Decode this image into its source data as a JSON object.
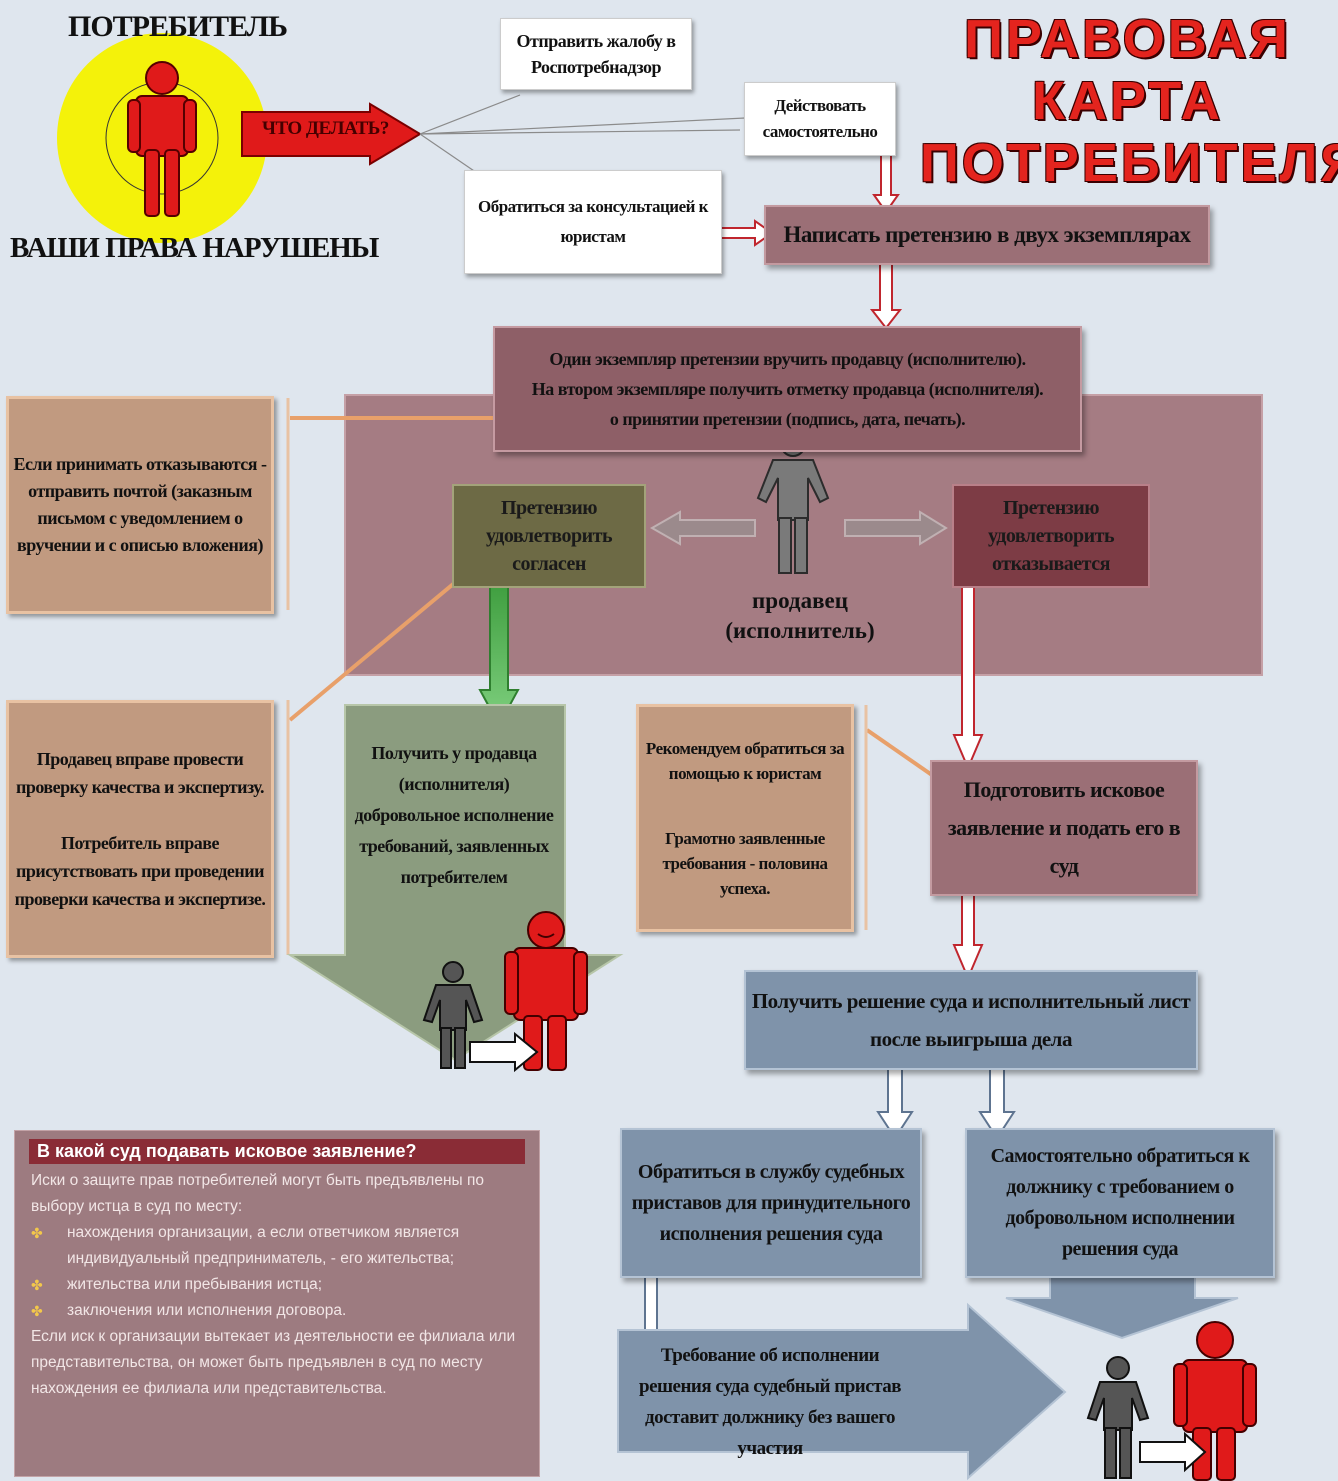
{
  "title_lines": [
    "ПРАВОВАЯ",
    "КАРТА",
    "ПОТРЕБИТЕЛЯ"
  ],
  "consumer": {
    "top_label": "ПОТРЕБИТЕЛЬ",
    "bottom_label": "ВАШИ ПРАВА НАРУШЕНЫ",
    "action_arrow": "ЧТО ДЕЛАТЬ?"
  },
  "options": {
    "complaint": "Отправить жалобу в Роспотребнадзор",
    "self_act": "Действовать самостоятельно",
    "lawyers": "Обратиться за консультацией к юристам"
  },
  "steps": {
    "write_claim": "Написать претензию в двух экземплярах",
    "deliver_claim": [
      "Один экземпляр претензии вручить продавцу (исполнителю).",
      "На втором экземпляре получить отметку продавца (исполнителя).",
      "о принятии претензии (подпись, дата, печать)."
    ],
    "seller_label": [
      "продавец",
      "(исполнитель)"
    ],
    "agree": "Претензию удовлетворить согласен",
    "refuse": "Претензию удовлетворить отказывается",
    "voluntary": "Получить у продавца (исполнителя) добровольное исполнение требований, заявленных потребителем",
    "lawsuit": "Подготовить исковое заявление и подать его в суд",
    "court_decision": "Получить решение суда и исполнительный лист после выигрыша дела",
    "bailiffs": "Обратиться в службу судебных приставов для принудительного исполнения решения суда",
    "self_debtor": "Самостоятельно обратиться к должнику с требованием о добровольном исполнении решения суда",
    "bailiff_demand": "Требование об исполнении решения суда судебный пристав доставит должнику без вашего участия"
  },
  "notes": {
    "refuse_accept": "Если принимать отказываются - отправить почтой (заказным письмом с уведомлением о вручении и с описью вложения)",
    "quality_check_1": "Продавец вправе провести проверку качества и экспертизу.",
    "quality_check_2": "Потребитель вправе присутствовать при проведении проверки качества и экспертизе.",
    "recommend_1": "Рекомендуем обратиться за помощью к юристам",
    "recommend_2": "Грамотно заявленные требования - половина успеха."
  },
  "court_info": {
    "title": "В какой суд подавать исковое заявление?",
    "intro": "Иски о защите прав потребителей могут быть предъявлены по выбору истца в суд по месту:",
    "items": [
      "нахождения организации, а если ответчиком является индивидуальный предприниматель, - его жительства;",
      "жительства или пребывания истца;",
      "заключения или исполнения договора."
    ],
    "outro": "Если иск к организации вытекает из деятельности ее филиала или представительства, он может быть предъявлен в суд по месту нахождения ее филиала или представительства."
  },
  "colors": {
    "title_red": "#e4241e",
    "person_red": "#e01a1a",
    "person_gray": "#5a5a5a",
    "ring_yellow": "#f4f20a"
  }
}
